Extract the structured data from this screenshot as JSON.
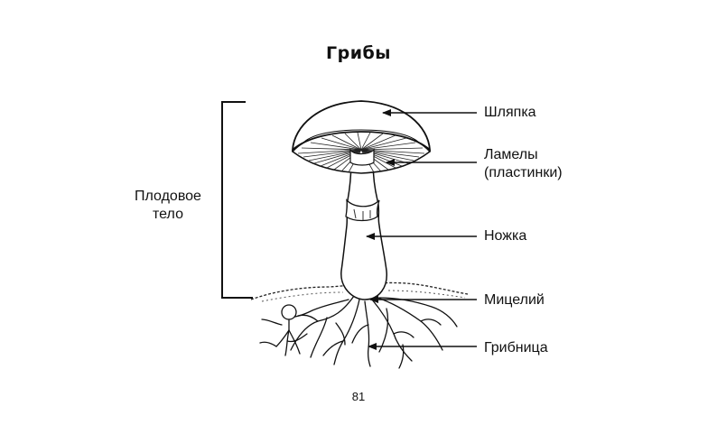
{
  "title": "Грибы",
  "labels": {
    "cap": "Шляпка",
    "gills_line1": "Ламелы",
    "gills_line2": "(пластинки)",
    "stem": "Ножка",
    "mycelium": "Мицелий",
    "hyphae": "Грибница"
  },
  "fruit_body": {
    "line1": "Плодовое",
    "line2": "тело"
  },
  "page_number": "81"
}
